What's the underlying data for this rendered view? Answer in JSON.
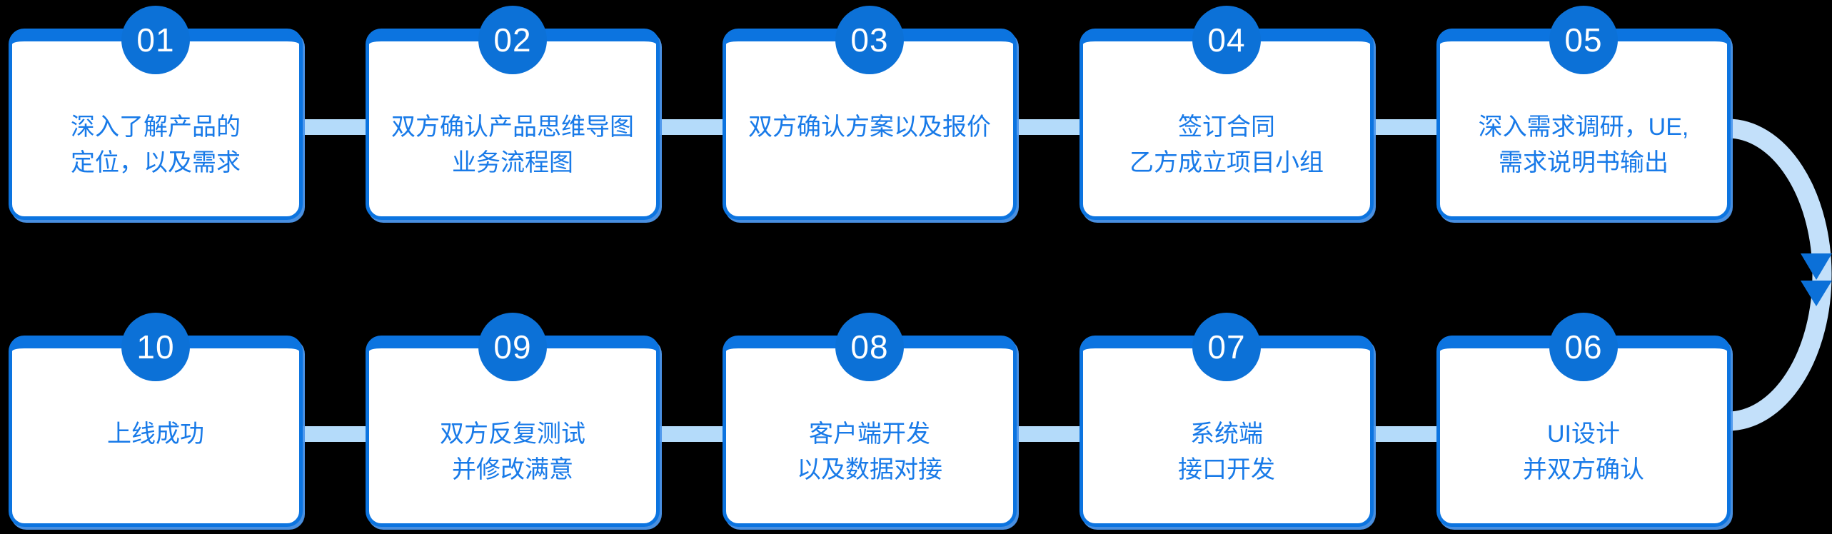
{
  "flow": {
    "title": "product-development-process-flow",
    "steps": [
      {
        "number": "01",
        "line1": "深入了解产品的",
        "line2": "定位，以及需求"
      },
      {
        "number": "02",
        "line1": "双方确认产品思维导图",
        "line2": "业务流程图"
      },
      {
        "number": "03",
        "line1": "双方确认方案以及报价",
        "line2": ""
      },
      {
        "number": "04",
        "line1": "签订合同",
        "line2": "乙方成立项目小组"
      },
      {
        "number": "05",
        "line1": "深入需求调研，UE,",
        "line2": "需求说明书输出"
      },
      {
        "number": "06",
        "line1": "UI设计",
        "line2": "并双方确认"
      },
      {
        "number": "07",
        "line1": "系统端",
        "line2": "接口开发"
      },
      {
        "number": "08",
        "line1": "客户端开发",
        "line2": "以及数据对接"
      },
      {
        "number": "09",
        "line1": "双方反复测试",
        "line2": "并修改满意"
      },
      {
        "number": "10",
        "line1": "上线成功",
        "line2": ""
      }
    ],
    "colors": {
      "card_border": "#0C74E0",
      "badge_fill": "#0C71D7",
      "badge_number": "#FFFFFF",
      "step_text": "#187AE8",
      "connector_bar": "#B4DBFA",
      "curve_arrow": "#C3E0FA",
      "arrowhead": "#0B70D8",
      "card_background": "#FFFFFF",
      "page_background": "#000000"
    }
  }
}
